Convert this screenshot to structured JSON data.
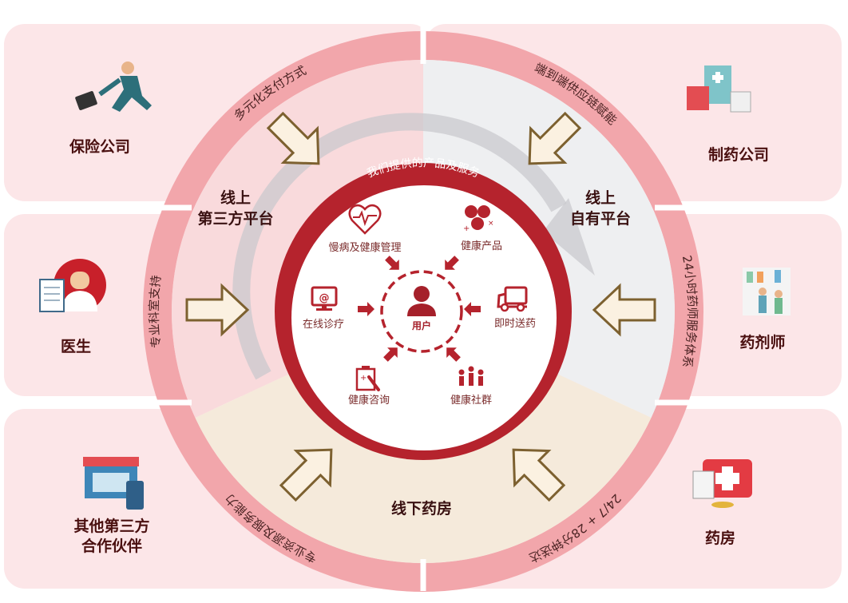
{
  "colors": {
    "brand_red": "#b5232d",
    "band_pink": "#f2a6ab",
    "box_bg": "#fce6e8",
    "sector_online_third": "#f9dadc",
    "sector_own": "#eeeff1",
    "sector_offline": "#f5eadb",
    "arrow_stroke": "#7d6130"
  },
  "parties": {
    "insurance": "保险公司",
    "pharma": "制药公司",
    "doctor": "医生",
    "pharmacist": "药剂师",
    "partners_line1": "其他第三方",
    "partners_line2": "合作伙伴",
    "pharmacy": "药房"
  },
  "band_labels": {
    "payment": "多元化支付方式",
    "supply_chain": "端到端供应链赋能",
    "dept_support": "专业科室支持",
    "pharmacist_service": "24小时药师服务体系",
    "resources": "专业资源及服务能力",
    "delivery": "24/7 + 28分钟送达"
  },
  "sectors": {
    "third_party_line1": "线上",
    "third_party_line2": "第三方平台",
    "own_line1": "线上",
    "own_line2": "自有平台",
    "offline": "线下药房"
  },
  "center": {
    "ring_title": "我们提供的产品及服务",
    "user": "用户",
    "items": {
      "chronic": "慢病及健康管理",
      "products": "健康产品",
      "online_consult": "在线诊疗",
      "delivery": "即时送药",
      "health_consult": "健康咨询",
      "community": "健康社群"
    }
  }
}
